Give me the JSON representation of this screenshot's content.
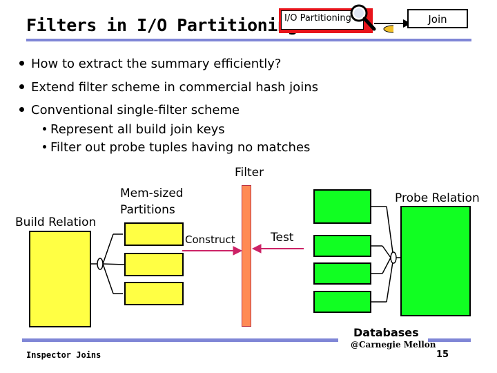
{
  "header": {
    "title": "Filters in I/O Partitioning",
    "nav_io_label": "I/O Partitioning",
    "nav_join_label": "Join"
  },
  "bullets": [
    "How to extract the summary efficiently?",
    "Extend filter scheme in commercial hash joins",
    "Conventional single-filter scheme"
  ],
  "sub_bullets": [
    "Represent all build join keys",
    "Filter out probe tuples having no matches"
  ],
  "diagram": {
    "filter_label": "Filter",
    "mem_label_line1": "Mem-sized",
    "mem_label_line2": "Partitions",
    "build_label": "Build Relation",
    "probe_label": "Probe Relation",
    "construct_label": "Construct",
    "test_label": "Test",
    "colors": {
      "partition": "#ffff44",
      "relation": "#11ff22",
      "filter": "#ff8a55",
      "arrow": "#cc2266"
    }
  },
  "footer": {
    "left": "Inspector Joins",
    "brand": "Databases",
    "org": "@Carnegie Mellon",
    "page": "15"
  }
}
